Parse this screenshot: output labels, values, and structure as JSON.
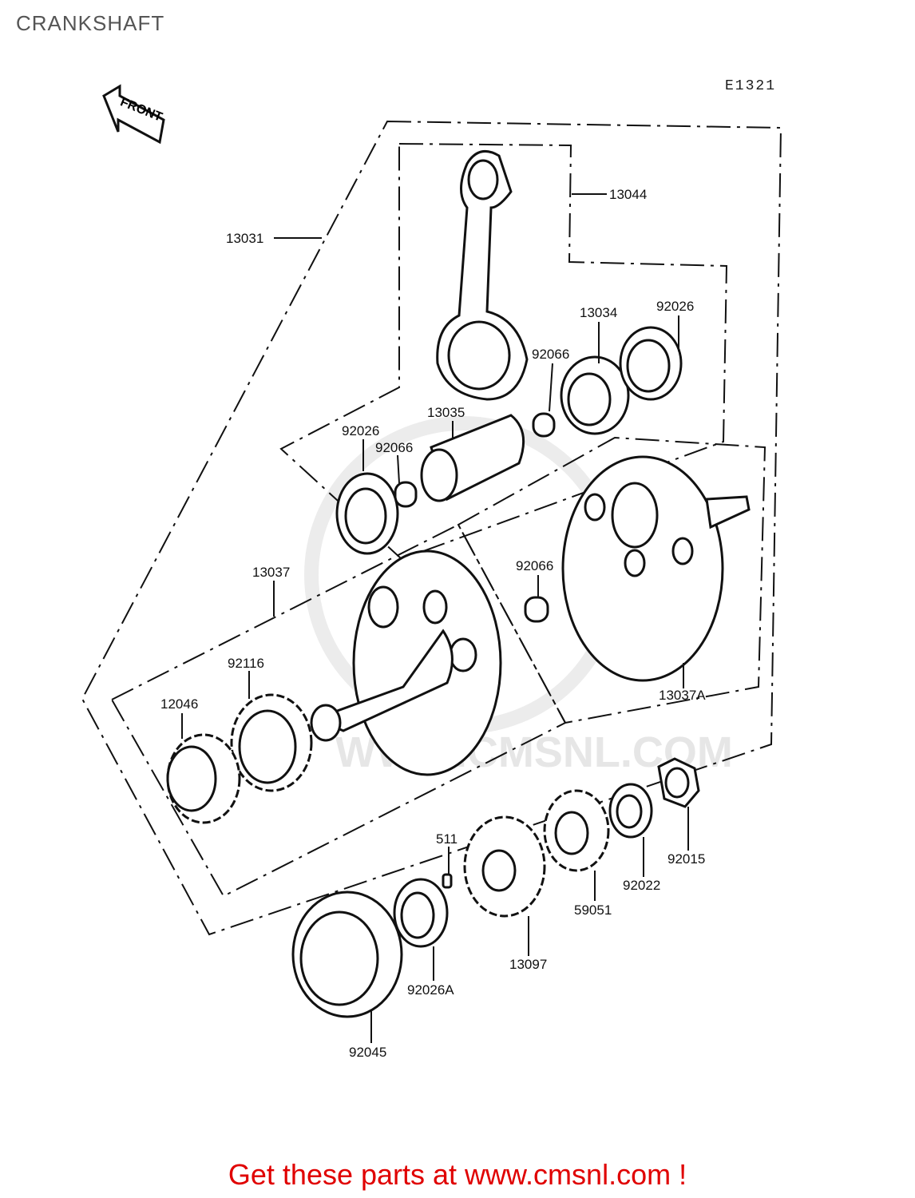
{
  "page": {
    "title": "CRANKSHAFT",
    "ref_code": "E1321"
  },
  "watermark": {
    "text": "WWW.CMSNL.COM"
  },
  "front_arrow": {
    "label": "FRONT"
  },
  "parts": {
    "p13031": "13031",
    "p13044": "13044",
    "p13034": "13034",
    "p92026_top": "92026",
    "p92066_a": "92066",
    "p13035": "13035",
    "p92026_left": "92026",
    "p92066_b": "92066",
    "p13037": "13037",
    "p92066_c": "92066",
    "p92116": "92116",
    "p12046": "12046",
    "p13037A": "13037A",
    "p511": "511",
    "p92022": "92022",
    "p92015": "92015",
    "p59051": "59051",
    "p13097": "13097",
    "p92026A": "92026A",
    "p92045": "92045"
  },
  "footer": {
    "promo": "Get these parts at www.cmsnl.com !"
  },
  "colors": {
    "promo": "#e00000",
    "line": "#111111",
    "watermark": "#e6e6e6"
  }
}
